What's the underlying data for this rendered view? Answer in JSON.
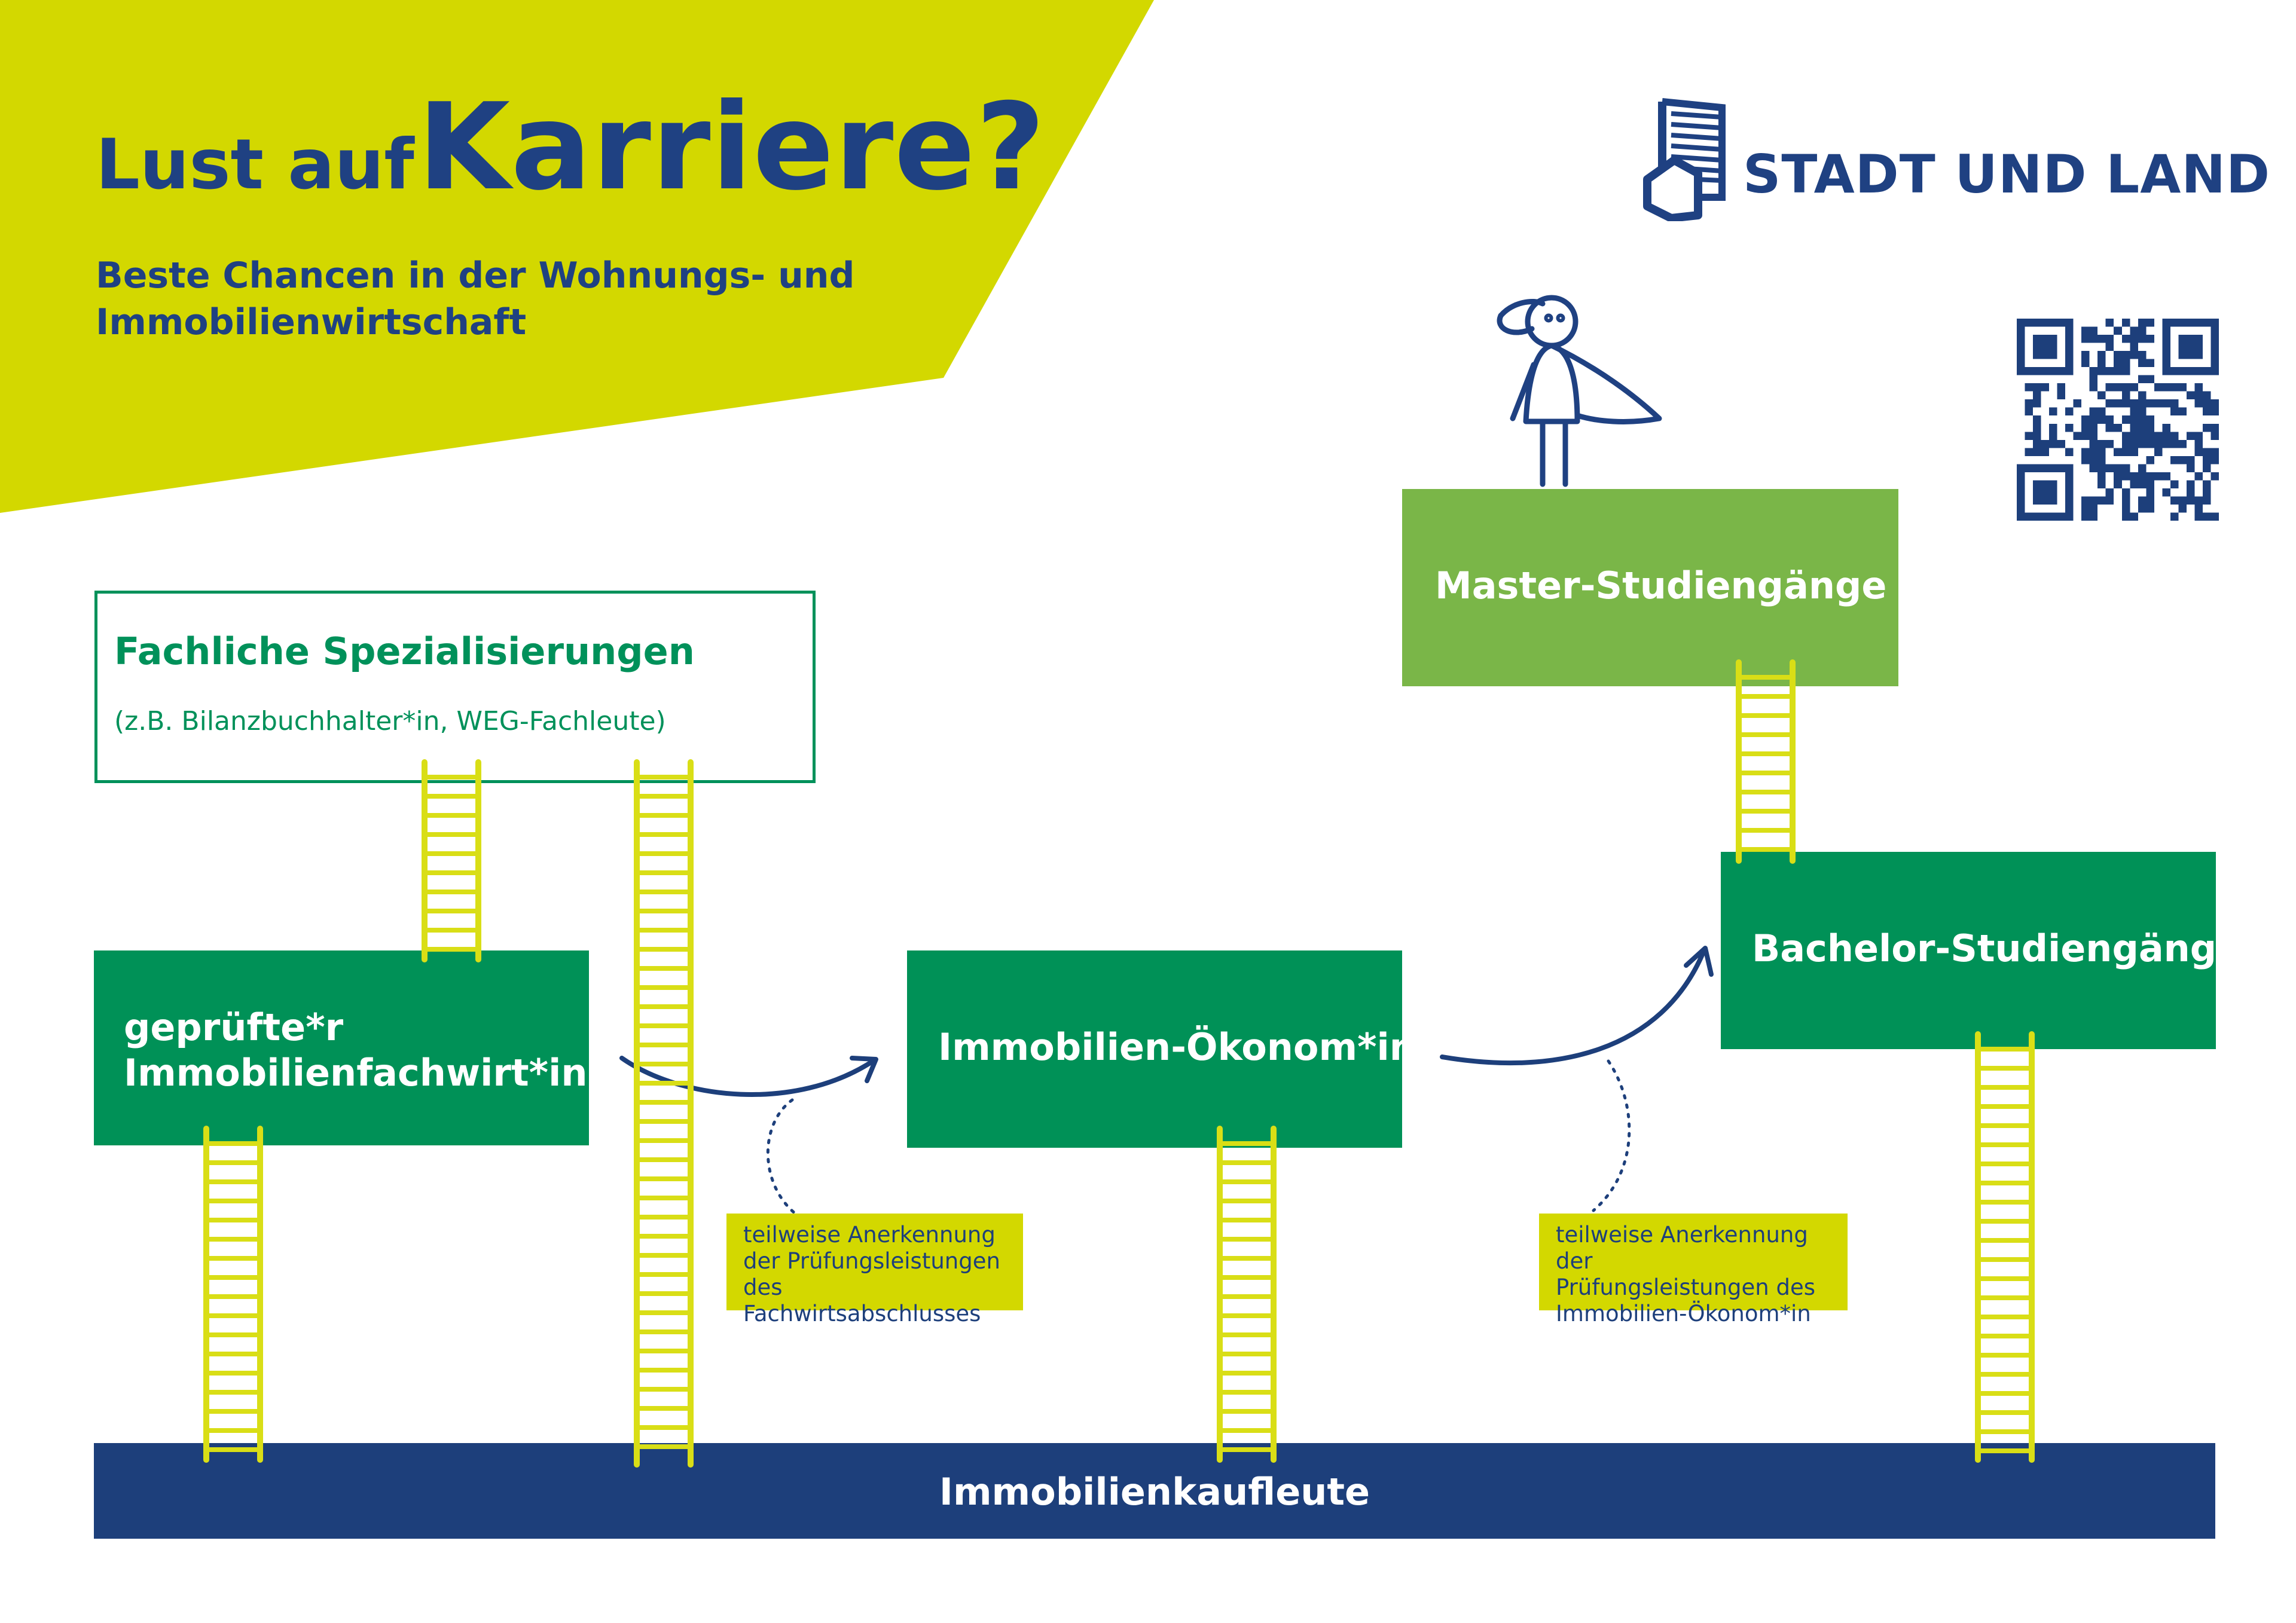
{
  "header": {
    "title_small": "Lust auf",
    "title_big": "Karriere?",
    "subtitle_line1": "Beste Chancen in der Wohnungs- und",
    "subtitle_line2": "Immobilienwirtschaft"
  },
  "logo": {
    "text": "STADT UND LAND",
    "icon": "building-logo-icon"
  },
  "qr": {
    "icon": "qr-code-icon"
  },
  "mascot": {
    "icon": "stick-figure-caped-hero-icon"
  },
  "boxes": {
    "specializations": {
      "title": "Fachliche Spezialisierungen",
      "subtitle": "(z.B. Bilanzbuchhalter*in, WEG-Fachleute)"
    },
    "fachwirt": {
      "line1": "geprüfte*r",
      "line2": "Immobilienfachwirt*in"
    },
    "oekonom": {
      "label": "Immobilien-Ökonom*in"
    },
    "bachelor": {
      "label": "Bachelor-Studiengänge"
    },
    "master": {
      "label": "Master-Studiengänge"
    },
    "base": {
      "label": "Immobilienkaufleute"
    }
  },
  "notes": {
    "fachwirt_recognition": {
      "line1": "teilweise Anerkennung",
      "line2": "der Prüfungsleistungen",
      "line3": "des Fachwirtsabschlusses"
    },
    "oekonom_recognition": {
      "line1": "teilweise Anerkennung der",
      "line2": "Prüfungsleistungen des",
      "line3": "Immobilien-Ökonom*in"
    }
  },
  "colors": {
    "lime": "#d3d800",
    "navy": "#1d3f7b",
    "green": "#009157",
    "light_green": "#7ab648",
    "ladder": "#d9de16"
  }
}
